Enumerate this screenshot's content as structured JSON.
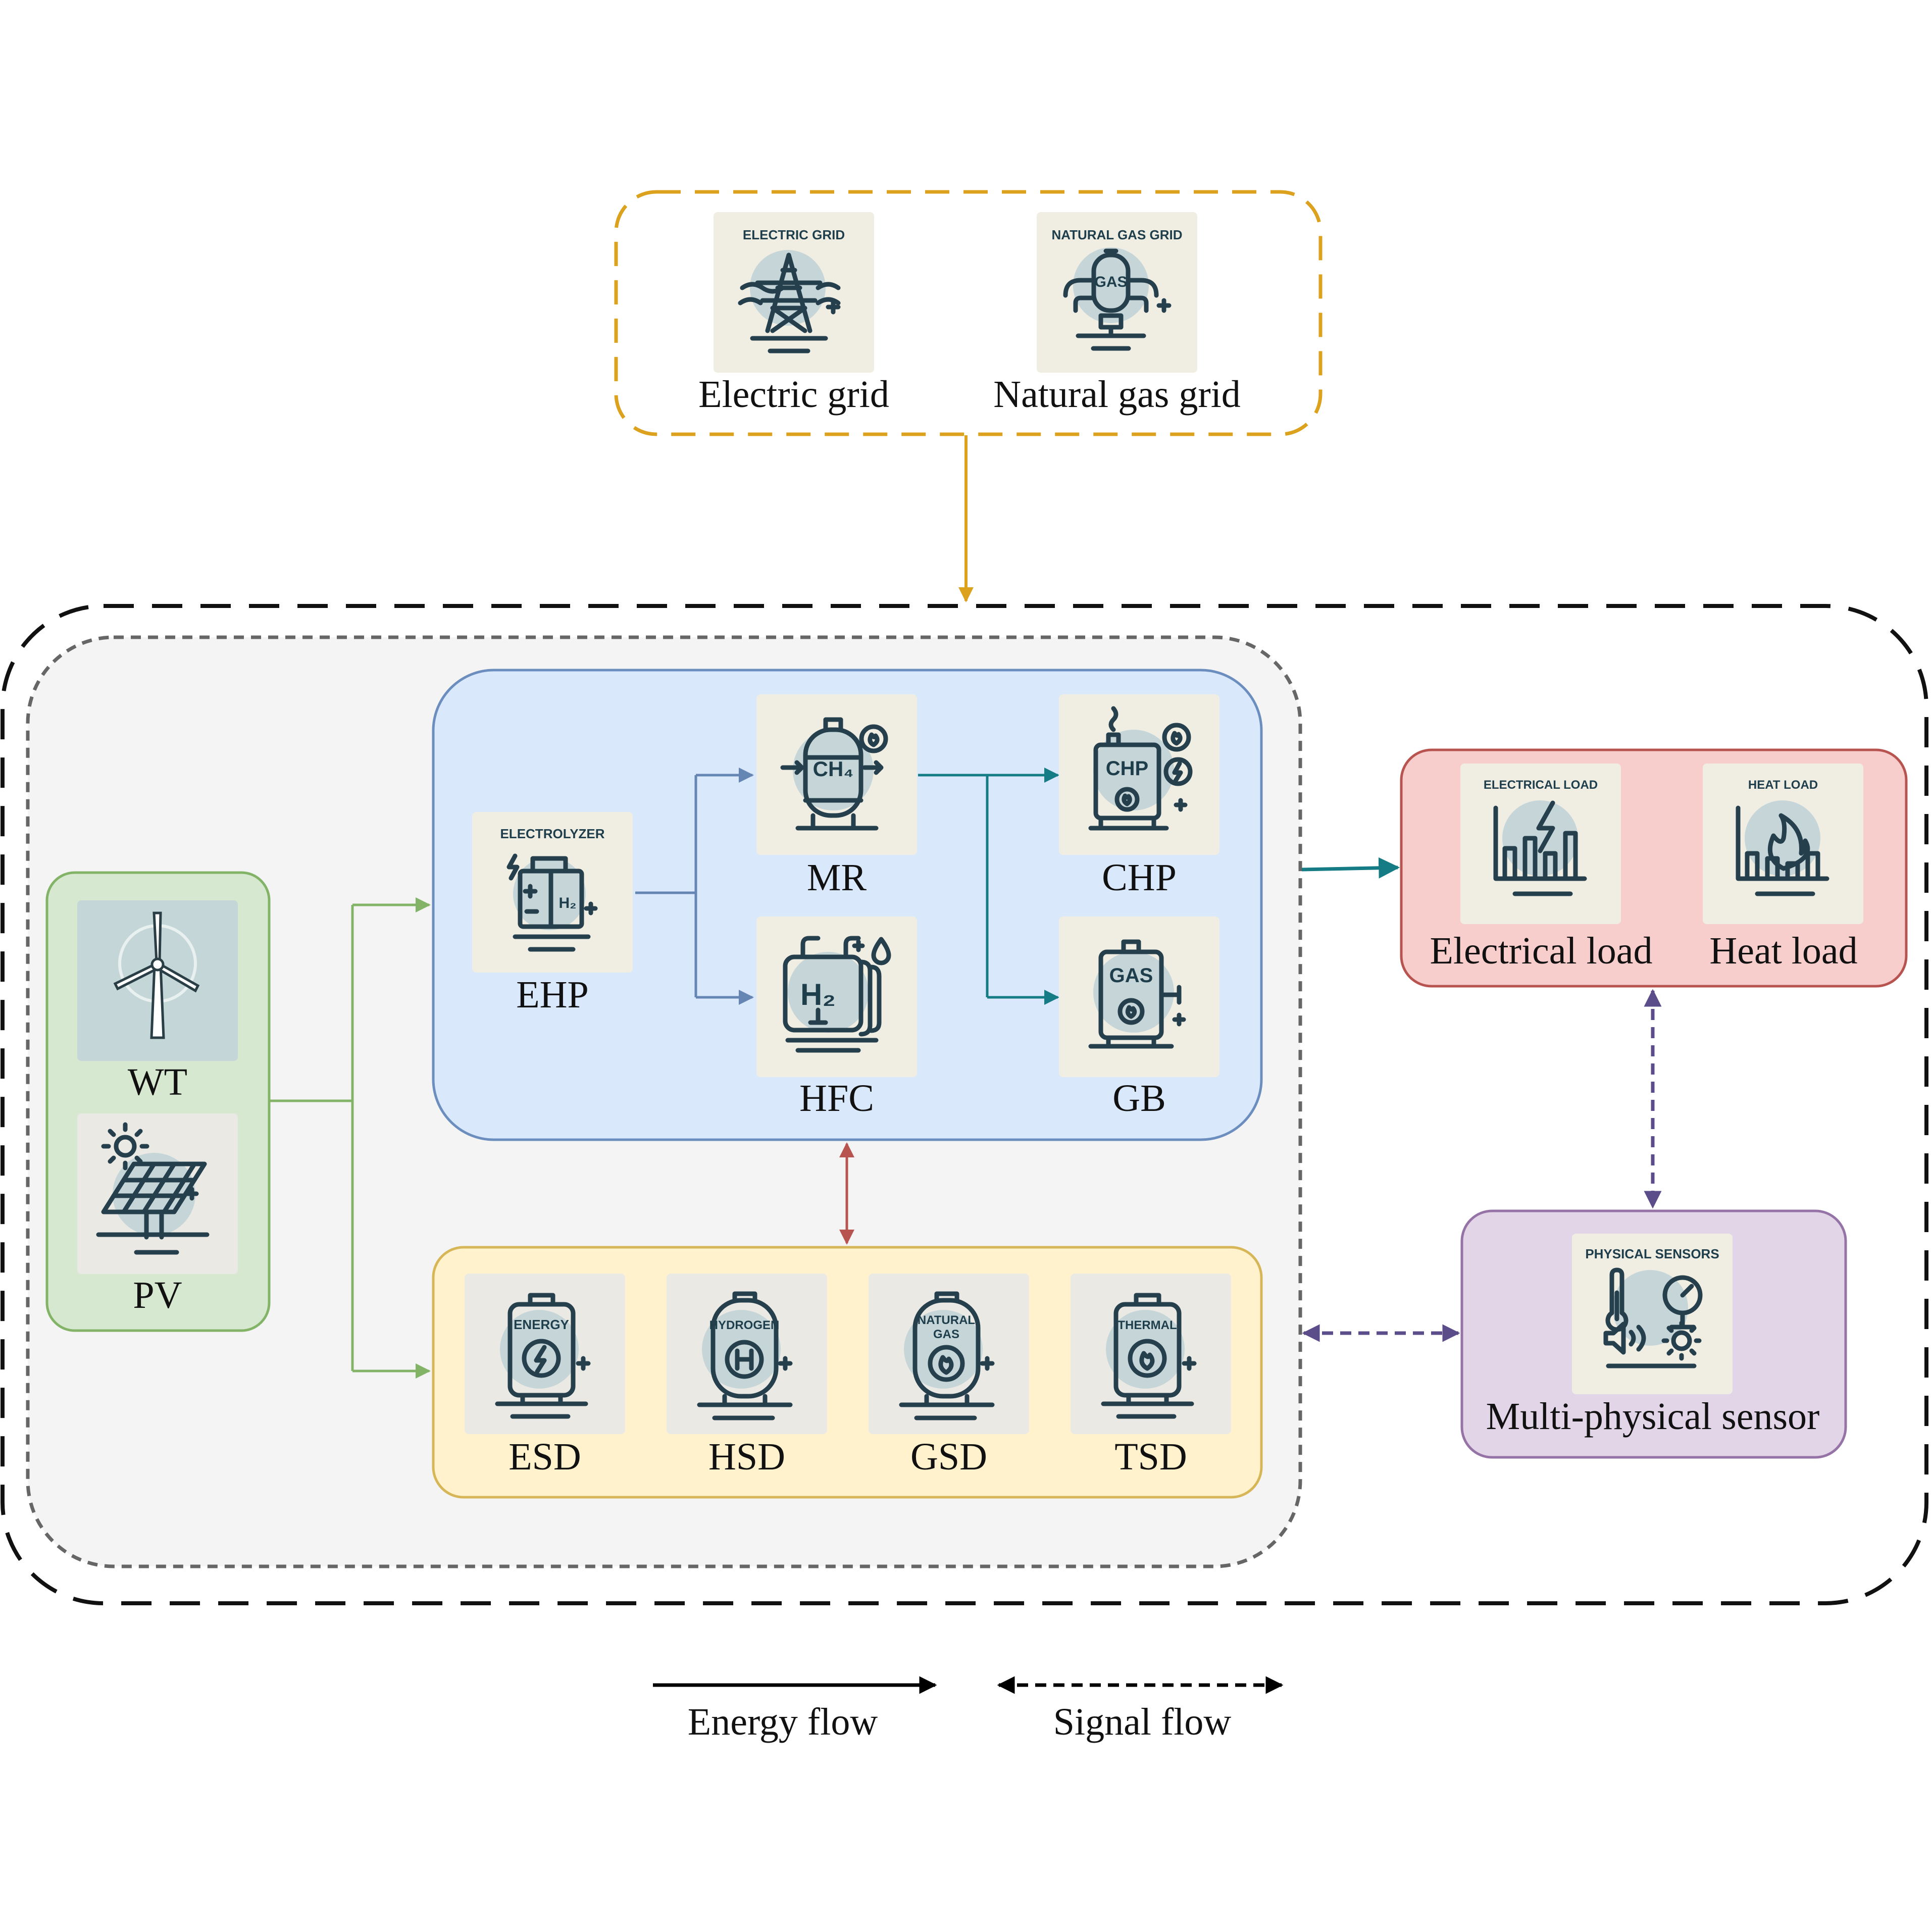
{
  "external": {
    "electric_grid": {
      "label": "Electric grid",
      "icon_caption": "ELECTRIC GRID",
      "icon": "power-tower-icon"
    },
    "natural_gas_grid": {
      "label": "Natural gas grid",
      "icon_caption": "NATURAL GAS GRID",
      "icon": "gas-tank-icon",
      "icon_text": "GAS"
    }
  },
  "renewables": {
    "wt": {
      "label": "WT",
      "icon": "wind-turbine-icon"
    },
    "pv": {
      "label": "PV",
      "icon": "solar-panel-icon"
    }
  },
  "conversion": {
    "ehp": {
      "label": "EHP",
      "icon_caption": "ELECTROLYZER",
      "icon": "electrolyzer-icon",
      "icon_text": "H₂"
    },
    "mr": {
      "label": "MR",
      "icon": "methane-reactor-icon",
      "icon_text": "CH₄"
    },
    "hfc": {
      "label": "HFC",
      "icon": "hydrogen-fuel-cell-icon",
      "icon_text": "H₂"
    },
    "chp": {
      "label": "CHP",
      "icon": "chp-unit-icon",
      "icon_text": "CHP"
    },
    "gb": {
      "label": "GB",
      "icon": "gas-boiler-icon",
      "icon_text": "GAS"
    }
  },
  "storage": {
    "esd": {
      "label": "ESD",
      "icon_caption": "ENERGY",
      "icon": "energy-storage-icon"
    },
    "hsd": {
      "label": "HSD",
      "icon_caption": "HYDROGEN",
      "icon": "hydrogen-storage-icon",
      "icon_text": "H"
    },
    "gsd": {
      "label": "GSD",
      "icon_caption_1": "NATURAL",
      "icon_caption_2": "GAS",
      "icon": "gas-storage-icon"
    },
    "tsd": {
      "label": "TSD",
      "icon_caption": "THERMAL",
      "icon": "thermal-storage-icon"
    }
  },
  "loads": {
    "electrical": {
      "label": "Electrical load",
      "icon_caption": "ELECTRICAL LOAD",
      "icon": "electrical-load-icon"
    },
    "heat": {
      "label": "Heat load",
      "icon_caption": "HEAT LOAD",
      "icon": "heat-load-icon"
    }
  },
  "sensor": {
    "label": "Multi-physical sensor",
    "icon_caption": "PHYSICAL SENSORS",
    "icon": "physical-sensors-icon"
  },
  "legend": {
    "energy_flow": "Energy flow",
    "signal_flow": "Signal flow"
  },
  "colors": {
    "external_border": "#dca11d",
    "renewables_fill": "#d6e8d0",
    "renewables_border": "#82b366",
    "conversion_fill": "#dae8fc",
    "conversion_border": "#6c8ebf",
    "storage_fill": "#fff2cc",
    "storage_border": "#d6b656",
    "load_fill": "#f8cecc",
    "load_border": "#b85450",
    "sensor_fill": "#e1d5e7",
    "sensor_border": "#9673a6",
    "teal_arrow": "#157b85",
    "conversion_arrow": "#6585b3",
    "red_arrow": "#b85450",
    "signal_arrow": "#5a4d8a"
  }
}
